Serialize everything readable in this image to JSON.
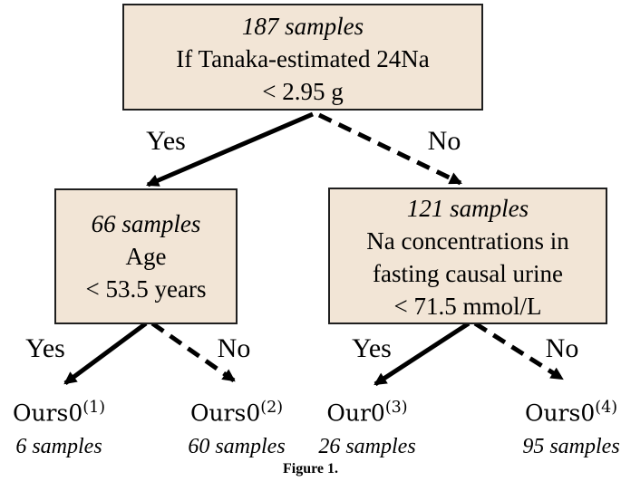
{
  "figure": {
    "caption": "Figure 1."
  },
  "colors": {
    "node_fill": "#f2e5d6",
    "node_border": "#1f1f1f",
    "arrow": "#000000",
    "background": "#ffffff"
  },
  "nodes": {
    "root": {
      "samples": "187 samples",
      "lines": [
        "If Tanaka-estimated 24Na",
        "< 2.95 g"
      ]
    },
    "left": {
      "samples": "66 samples",
      "lines": [
        "Age",
        "< 53.5 years"
      ]
    },
    "right": {
      "samples": "121 samples",
      "lines": [
        "Na concentrations in",
        "fasting causal urine",
        "< 71.5 mmol/L"
      ]
    }
  },
  "edges": {
    "root_yes": "Yes",
    "root_no": "No",
    "left_yes": "Yes",
    "left_no": "No",
    "right_yes": "Yes",
    "right_no": "No"
  },
  "leaves": [
    {
      "name": "Ours0",
      "sup": "(1)",
      "samples": "6 samples"
    },
    {
      "name": "Ours0",
      "sup": "(2)",
      "samples": "60 samples"
    },
    {
      "name": "Our0",
      "sup": "(3)",
      "samples": "26 samples"
    },
    {
      "name": "Ours0",
      "sup": "(4)",
      "samples": "95 samples"
    }
  ]
}
